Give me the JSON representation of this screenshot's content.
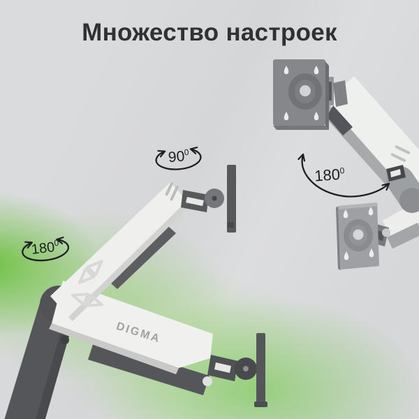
{
  "title": "Множество настроек",
  "brand": "DIGMA",
  "annotations": {
    "tilt_top": {
      "value": "90",
      "sup": "0",
      "icon": "rotation-arrow"
    },
    "swivel_left": {
      "value": "180",
      "sup": "0",
      "icon": "rotation-arrow"
    },
    "rotate_right": {
      "value": "180",
      "sup": "0",
      "icon": "rotation-arrow"
    }
  },
  "colors": {
    "background": "#d8d9db",
    "accent_green": "#74c64e",
    "title_text": "#2f3133",
    "annotation_ink": "#1d1e20",
    "arm_white": "#f0f1ef",
    "arm_dark_gray": "#55565a",
    "vesa_plate_gray": "#85878b",
    "vesa_plate_light": "#9ea0a3",
    "brand_text": "#a0a1a3"
  }
}
